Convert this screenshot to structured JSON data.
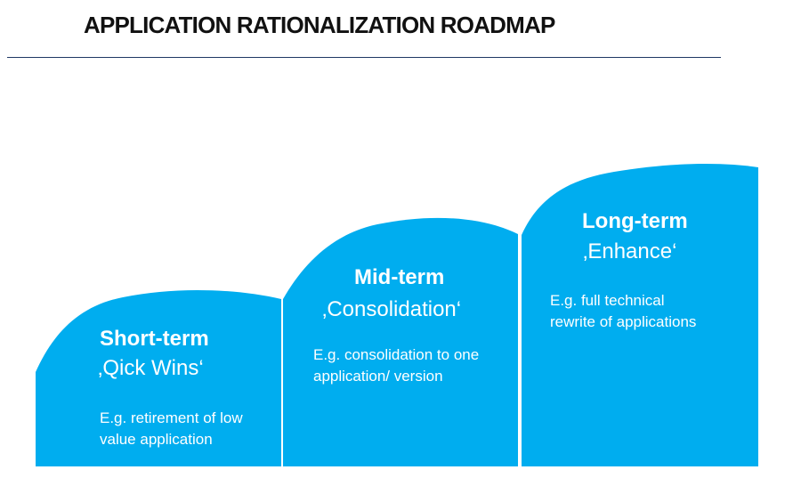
{
  "title": "APPLICATION RATIONALIZATION ROADMAP",
  "accent_color": "#00adef",
  "stages": [
    {
      "heading": "Short-term",
      "subtitle": "‚Qick Wins‘",
      "desc_line1": "E.g. retirement of low",
      "desc_line2": "value application"
    },
    {
      "heading": "Mid-term",
      "subtitle": "‚Consolidation‘",
      "desc_line1": "E.g. consolidation to one",
      "desc_line2": "application/ version"
    },
    {
      "heading": "Long-term",
      "subtitle": "‚Enhance‘",
      "desc_line1": "E.g. full technical",
      "desc_line2": "rewrite of applications"
    }
  ]
}
